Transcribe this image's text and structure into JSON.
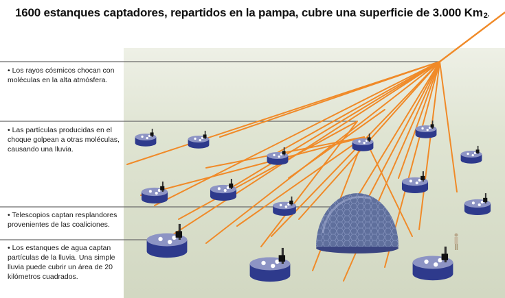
{
  "title": {
    "main": "1600 estanques captadores, repartidos en la pampa, cubre una superficie de 3.000 Km",
    "superscript": "2",
    "end": "."
  },
  "notes": [
    "• Los rayos cósmicos chocan con moléculas en la alta atmósfera.",
    "• Las partículas producidas en el choque golpean a otras moléculas, causando una lluvia.",
    "• Telescopios captan resplandores provenientes de las coaliciones.",
    "• Los estanques de agua captan partículas de la lluvia. Una simple lluvia puede cubrir un área de 20 kilómetros cuadrados."
  ],
  "colors": {
    "sky": "#ffffff",
    "ground": "#dfe4d2",
    "ray": "#f08a28",
    "tank_body": "#2e3a8c",
    "tank_top": "#8d94c4",
    "dome": "#5f6f9c",
    "leader_line": "#777777"
  },
  "icons": [
    "water-tank-icon",
    "telescope-dome-icon",
    "person-figure-icon",
    "cosmic-ray-icon"
  ]
}
